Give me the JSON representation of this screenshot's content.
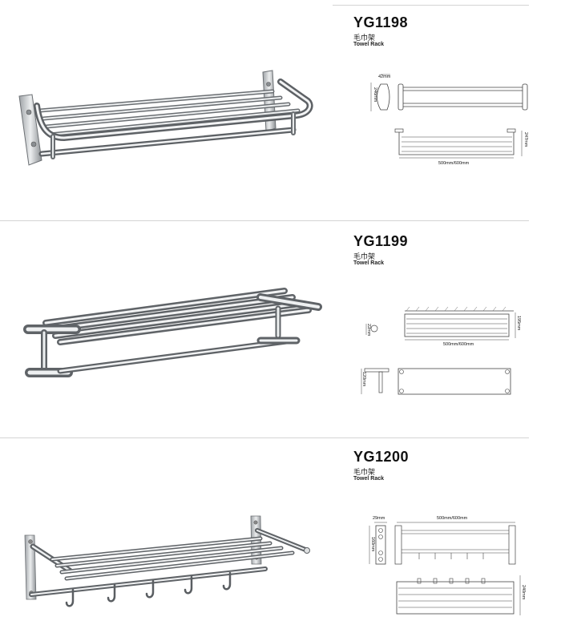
{
  "products": [
    {
      "model": "YG1198",
      "name_cn": "毛巾架",
      "name_en": "Towel Rack",
      "dims": {
        "depth": "42mm",
        "height": "246mm",
        "length": "500mm/600mm",
        "side": "247mm"
      }
    },
    {
      "model": "YG1199",
      "name_cn": "毛巾架",
      "name_en": "Towel Rack",
      "dims": {
        "bracket": "22mm",
        "depth": "195mm",
        "length": "500mm/600mm",
        "height": "120mm"
      }
    },
    {
      "model": "YG1200",
      "name_cn": "毛巾架",
      "name_en": "Towel Rack",
      "dims": {
        "width": "29mm",
        "length": "500mm/600mm",
        "height": "160mm",
        "side": "240mm"
      }
    }
  ],
  "colors": {
    "steel_dark": "#7a7e82",
    "steel_light": "#f2f3f4",
    "line": "#555555",
    "divider": "#d4d4d4"
  }
}
